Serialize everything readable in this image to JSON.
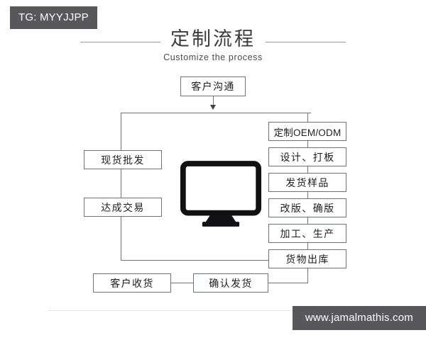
{
  "watermarks": {
    "top_left": "TG: MYYJJPP",
    "bottom_right": "www.jamalmathis.com"
  },
  "header": {
    "title": "定制流程",
    "subtitle": "Customize the process"
  },
  "diagram": {
    "start_node": "客户沟通",
    "left_branch": [
      "现货批发",
      "达成交易"
    ],
    "right_branch": [
      "定制OEM/ODM",
      "设计、打板",
      "发货样品",
      "改版、确版",
      "加工、生产"
    ],
    "merge_node": "货物出库",
    "bottom_branch": [
      "客户收货",
      "确认发货"
    ],
    "center_icon": "monitor-icon"
  },
  "colors": {
    "badge_background": "#58585a",
    "badge_text": "#ffffff",
    "box_border": "#6f7276",
    "title_text": "#3b3b3d",
    "icon_fill": "#111113",
    "page_background": "#ffffff"
  }
}
